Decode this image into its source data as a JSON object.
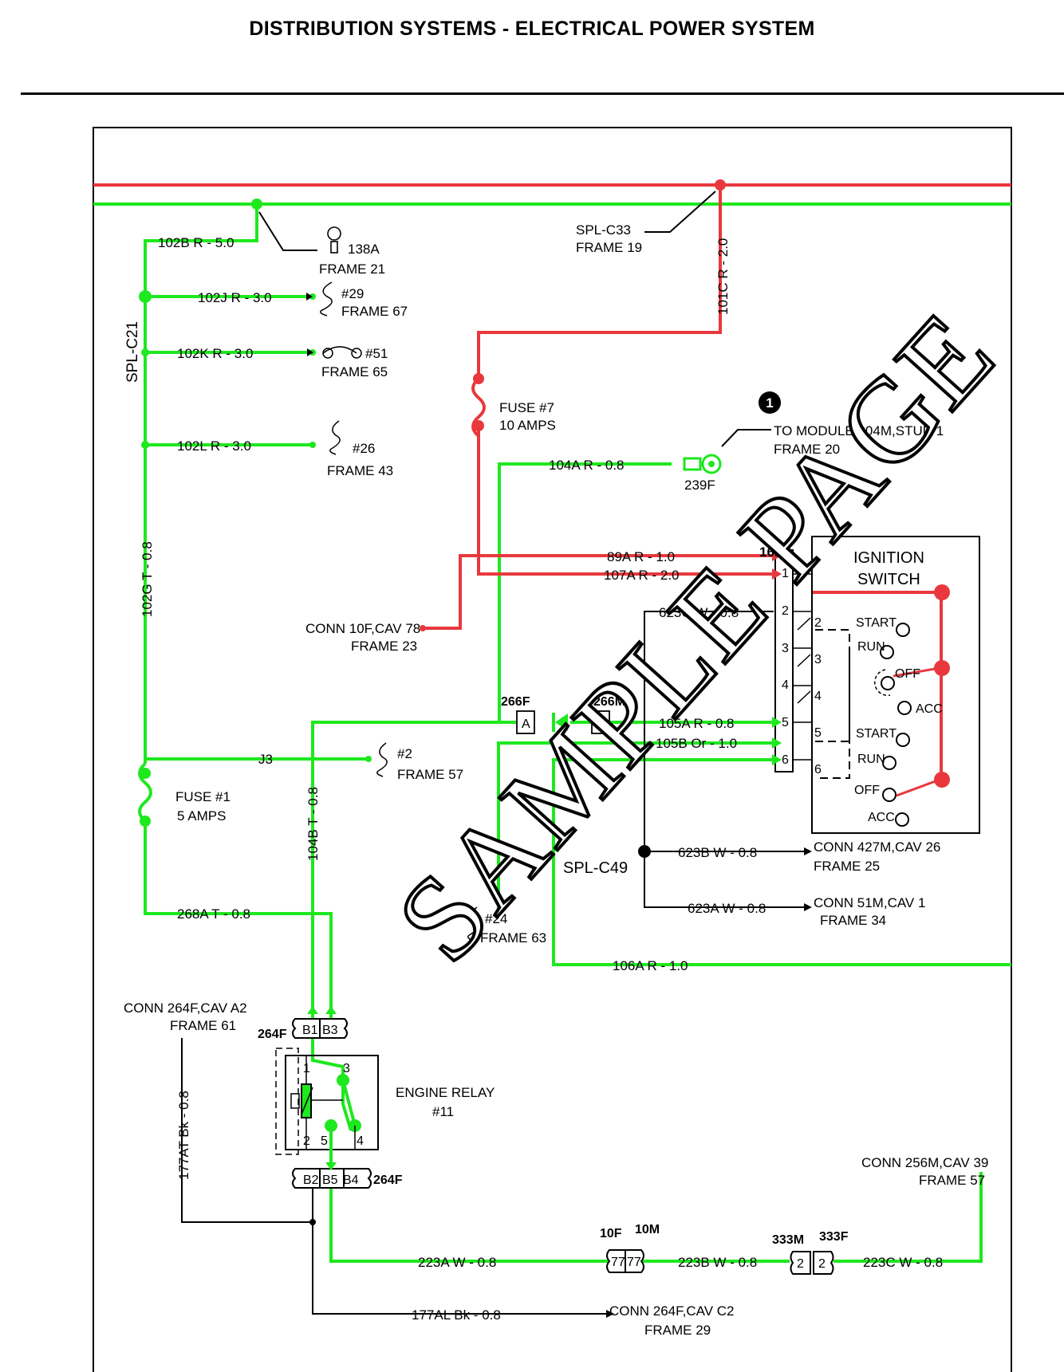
{
  "header": {
    "title": "DISTRIBUTION SYSTEMS - ELECTRICAL POWER SYSTEM"
  },
  "watermark": "SAMPLE PAGE",
  "colors": {
    "red_wire": "#e8383d",
    "green_wire": "#1ee81e",
    "black_wire": "#000000"
  },
  "wires": {
    "w102b": "102B   R - 5.0",
    "w102j": "102J   R - 3.0",
    "w102k": "102K   R - 3.0",
    "w102l": "102L   R - 3.0",
    "w102g": "102G   T - 0.8",
    "w101c": "101C   R - 2.0",
    "w104a": "104A   R - 0.8",
    "w89a": "89A   R - 1.0",
    "w107a": "107A   R - 2.0",
    "w623c": "623C   W - 0.8",
    "w105a": "105A   R - 0.8",
    "w105b": "105B   Or - 1.0",
    "wj3": "J3",
    "w104b": "104B   T - 0.8",
    "w268a": "268A   T - 0.8",
    "w623b": "623B   W - 0.8",
    "w623a": "623A   W - 0.8",
    "w106a": "106A   R - 1.0",
    "w177at": "177AT   Bk - 0.8",
    "w223a": "223A   W - 0.8",
    "w223b": "223B   W - 0.8",
    "w223c": "223C   W - 0.8",
    "w177al": "177AL   Bk - 0.8"
  },
  "labels": {
    "spl_c21": "SPL-C21",
    "spl_c33": "SPL-C33",
    "frame19": "FRAME 19",
    "l138a": "138A",
    "frame21": "FRAME 21",
    "l29": "#29",
    "frame67": "FRAME 67",
    "l51": "#51",
    "frame65": "FRAME 65",
    "l26": "#26",
    "frame43": "FRAME 43",
    "fuse7": "FUSE #7",
    "amps10": "10 AMPS",
    "callout": "1",
    "to_module": "TO MODULE 304M,STUD 1",
    "frame20": "FRAME 20",
    "c239f": "239F",
    "c161f": "161F",
    "ign1": "IGNITION",
    "ign2": "SWITCH",
    "start": "START",
    "run": "RUN",
    "off": "OFF",
    "acc": "ACC",
    "conn10f": "CONN 10F,CAV 78",
    "frame23": "FRAME 23",
    "c266f": "266F",
    "c266m": "266M",
    "pinA": "A",
    "l2": "#2",
    "frame57": "FRAME 57",
    "fuse1": "FUSE #1",
    "amps5": "5 AMPS",
    "spl_c49": "SPL-C49",
    "conn427m": "CONN 427M,CAV 26",
    "frame25": "FRAME 25",
    "conn51m": "CONN 51M,CAV 1",
    "frame34": "FRAME 34",
    "l24": "#24",
    "frame63": "FRAME 63",
    "conn264f_a2": "CONN 264F,CAV A2",
    "frame61": "FRAME 61",
    "c264f": "264F",
    "b1": "B1",
    "b3": "B3",
    "b2": "B2",
    "b5": "B5",
    "b4": "B4",
    "engine_relay": "ENGINE RELAY",
    "relay11": "#11",
    "conn256m": "CONN 256M,CAV 39",
    "frame57b": "FRAME 57",
    "c10f": "10F",
    "c10m": "10M",
    "c77": "77",
    "c333m": "333M",
    "c333f": "333F",
    "p2": "2",
    "conn264f_c2": "CONN 264F,CAV C2",
    "frame29": "FRAME 29",
    "n1": "1",
    "n2": "2",
    "n3": "3",
    "n4": "4",
    "n5": "5",
    "n6": "6"
  }
}
